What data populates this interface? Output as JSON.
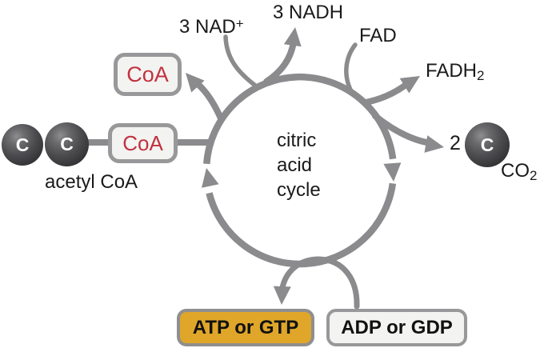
{
  "colors": {
    "arrow-gray": "#8b8b8e",
    "box-border": "#98989a",
    "box-fill": "#f3f3f1",
    "gold": "#dfa62a",
    "gold-border": "#8f8f8f",
    "coa-red": "#c23140",
    "text": "#1a1a1a"
  },
  "cycle": {
    "center_line1": "citric",
    "center_line2": "acid",
    "center_line3": "cycle"
  },
  "cofactors": {
    "nad_in_base": "3 NAD",
    "nad_in_sup": "+",
    "nadh_out": "3 NADH",
    "fad_in": "FAD",
    "fadh_out_base": "FADH",
    "fadh_out_sub": "2",
    "atp_label": "ATP or GTP",
    "adp_label": "ADP or GDP"
  },
  "carbon": {
    "atom": "C",
    "co2_count": "2",
    "co2_base": "CO",
    "co2_sub": "2"
  },
  "acetyl": {
    "label": "acetyl CoA",
    "coa_attached": "CoA",
    "coa_released": "CoA"
  }
}
